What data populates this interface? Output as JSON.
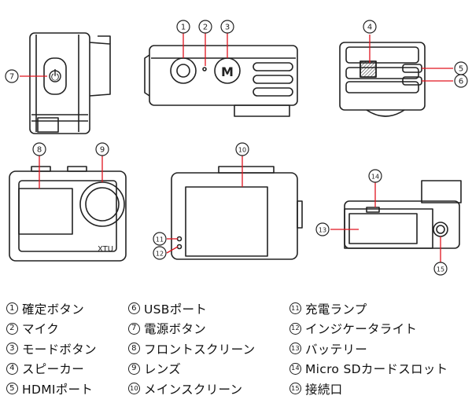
{
  "callouts": [
    "1",
    "2",
    "3",
    "4",
    "5",
    "6",
    "7",
    "8",
    "9",
    "10",
    "11",
    "12",
    "13",
    "14",
    "15"
  ],
  "legend": [
    {
      "num": "1",
      "label": "確定ボタン"
    },
    {
      "num": "2",
      "label": "マイク"
    },
    {
      "num": "3",
      "label": "モードボタン"
    },
    {
      "num": "4",
      "label": "スピーカー"
    },
    {
      "num": "5",
      "label": "HDMIポート"
    },
    {
      "num": "6",
      "label": "USBポート"
    },
    {
      "num": "7",
      "label": "電源ボタン"
    },
    {
      "num": "8",
      "label": "フロントスクリーン"
    },
    {
      "num": "9",
      "label": "レンズ"
    },
    {
      "num": "10",
      "label": "メインスクリーン"
    },
    {
      "num": "11",
      "label": "充電ランプ"
    },
    {
      "num": "12",
      "label": "インジケータライト"
    },
    {
      "num": "13",
      "label": "バッテリー"
    },
    {
      "num": "14",
      "label": "Micro SDカードスロット"
    },
    {
      "num": "15",
      "label": "接続口"
    }
  ],
  "device": {
    "brand": "XTU",
    "mode_button_glyph": "M",
    "power_glyph": "⏻"
  },
  "colors": {
    "line": "#222222",
    "callout_line": "#e0141e"
  }
}
